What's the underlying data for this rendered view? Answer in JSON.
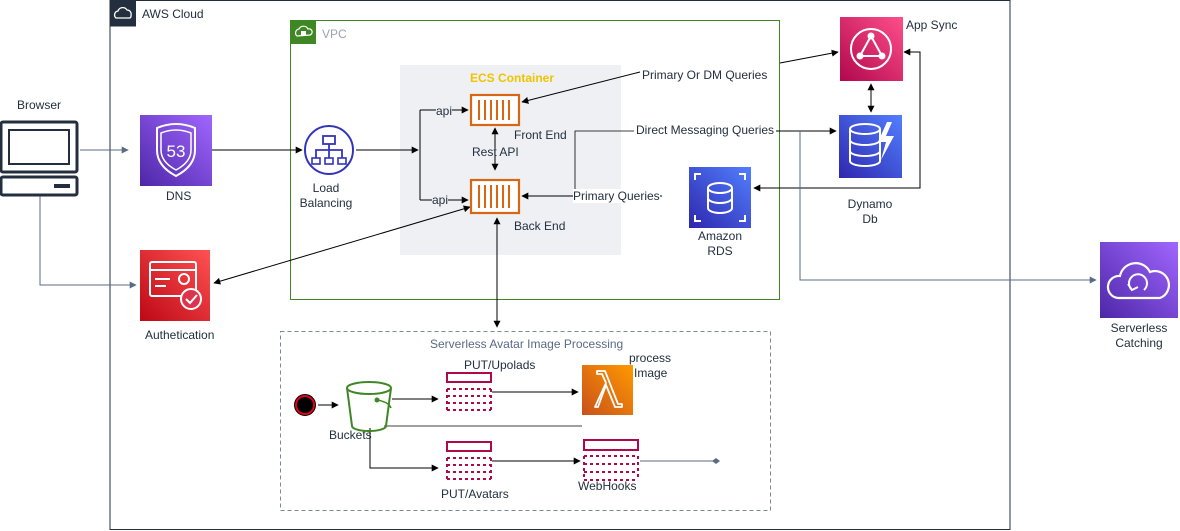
{
  "groups": {
    "aws_cloud": "AWS Cloud",
    "vpc": "VPC",
    "ecs_container": "ECS Container",
    "serverless": "Serverless Avatar Image Processing"
  },
  "nodes": {
    "browser": "Browser",
    "dns": "DNS",
    "dns_badge": "53",
    "load_balancing_1": "Load",
    "load_balancing_2": "Balancing",
    "front_end": "Front End",
    "back_end": "Back End",
    "rest_api": "Rest API",
    "api_top": "api",
    "api_bottom": "api",
    "authentication": "Authetication",
    "app_sync": "App Sync",
    "dynamo_1": "Dynamo",
    "dynamo_2": "Db",
    "rds_1": "Amazon",
    "rds_2": "RDS",
    "serverless_caching_1": "Serverless",
    "serverless_caching_2": "Catching",
    "buckets": "Buckets",
    "put_uploads": "PUT/Upolads",
    "put_avatars": "PUT/Avatars",
    "webhooks": "WebHooks",
    "process_1": "process",
    "process_2": "Image"
  },
  "edges": {
    "primary_dm": "Primary Or DM Queries",
    "direct_messaging": "Direct Messaging Queries",
    "primary_queries": "Primary Queries"
  },
  "colors": {
    "aws_orange": "#d86613",
    "aws_red": "#dd344c",
    "aws_pink": "#e7157b",
    "aws_indigo": "#4d27aa",
    "aws_blue": "#3334b9",
    "aws_green": "#3f8624",
    "nav_blue": "#232f7e",
    "lambda_orange": "#ed7100",
    "ecs_yellow": "#f0c400",
    "line": "#000000",
    "grey_line": "#5a6b86"
  }
}
